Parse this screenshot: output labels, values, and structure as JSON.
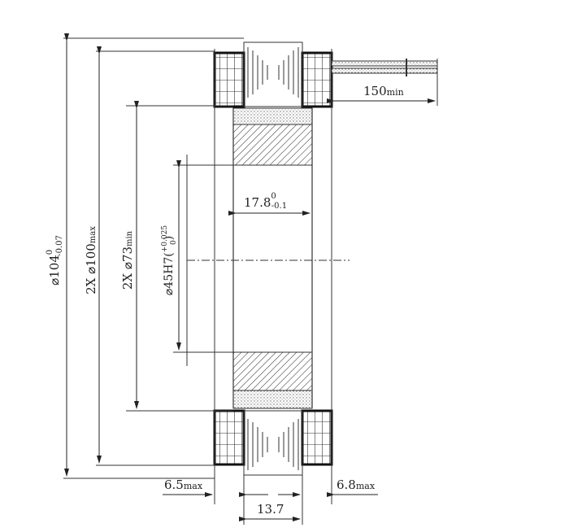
{
  "drawing": {
    "type": "ring-assembly cross-section",
    "dimensions": {
      "outer_diameter": {
        "main": "⌀104",
        "upper_tol": "0",
        "lower_tol": "-0.07"
      },
      "outer_max": {
        "main": "2X ⌀100",
        "suffix": "max"
      },
      "inner_min": {
        "main": "2X ⌀73",
        "suffix": "min"
      },
      "bore": {
        "main": "⌀45H7",
        "upper_tol": "+0.025",
        "lower_tol": "0"
      },
      "width": {
        "main": "17.8",
        "upper_tol": "0",
        "lower_tol": "-0.1"
      },
      "lead_length": {
        "main": "150",
        "suffix": "min"
      },
      "left_offset": {
        "main": "6.5",
        "suffix": "max"
      },
      "right_offset": {
        "main": "6.8",
        "suffix": "max"
      },
      "center_width": {
        "main": "13.7"
      }
    },
    "colors": {
      "line": "#222222",
      "background": "#ffffff",
      "stipple": "#888888"
    }
  }
}
